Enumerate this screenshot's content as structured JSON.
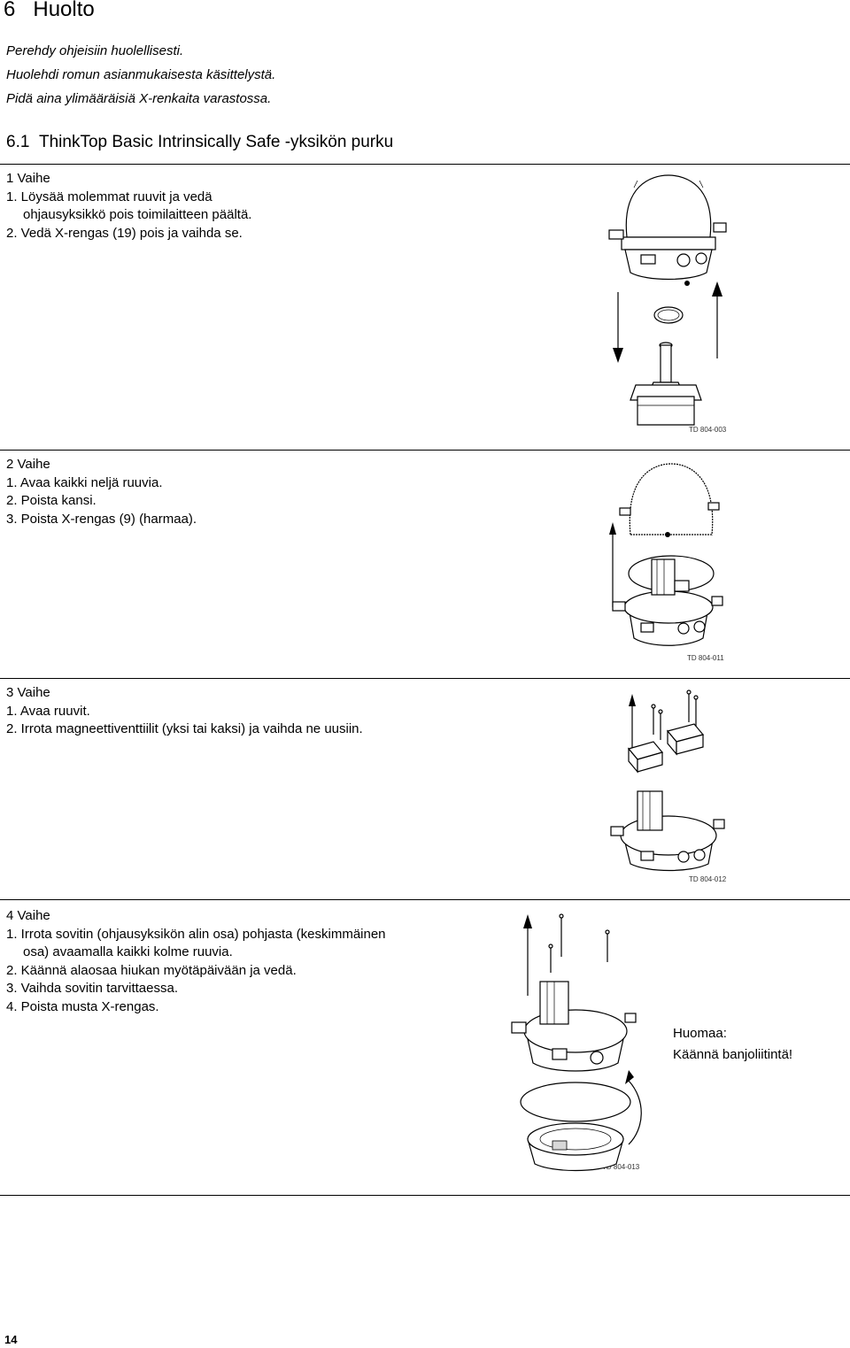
{
  "chapter": {
    "number": "6",
    "title": "Huolto"
  },
  "intro": [
    "Perehdy ohjeisiin huolellisesti.",
    "Huolehdi romun asianmukaisesta käsittelystä.",
    "Pidä aina ylimääräisiä X-renkaita varastossa."
  ],
  "section": {
    "number": "6.1",
    "title": "ThinkTop Basic Intrinsically Safe -yksikön purku"
  },
  "steps": [
    {
      "title": "1 Vaihe",
      "items": [
        "1. Löysää molemmat ruuvit ja vedä",
        "ohjausyksikkö pois toimilaitteen päältä.",
        "2. Vedä X-rengas (19) pois ja vaihda se."
      ],
      "figure_code": "TD 804-003"
    },
    {
      "title": "2 Vaihe",
      "items": [
        "1. Avaa kaikki neljä ruuvia.",
        "2. Poista kansi.",
        "3. Poista X-rengas (9) (harmaa)."
      ],
      "figure_code": "TD 804-011"
    },
    {
      "title": "3 Vaihe",
      "items": [
        "1. Avaa ruuvit.",
        "2. Irrota magneettiventtiilit (yksi tai kaksi) ja vaihda ne uusiin."
      ],
      "figure_code": "TD 804-012"
    },
    {
      "title": "4 Vaihe",
      "items": [
        "1. Irrota sovitin (ohjausyksikön alin osa) pohjasta (keskimmäinen",
        "osa) avaamalla kaikki kolme ruuvia.",
        "2. Käännä alaosaa hiukan myötäpäivään ja vedä.",
        "3. Vaihda sovitin tarvittaessa.",
        "4. Poista musta X-rengas."
      ],
      "figure_code": "TD 804-013"
    }
  ],
  "note": {
    "title": "Huomaa:",
    "text": "Käännä banjoliitintä!"
  },
  "page_number": "14",
  "figure_icons": [
    "control-unit-icon",
    "x-ring-icon",
    "actuator-stem-icon",
    "cover-icon",
    "solenoid-valve-icon",
    "screw-icon",
    "adapter-icon",
    "arrow-icon"
  ]
}
